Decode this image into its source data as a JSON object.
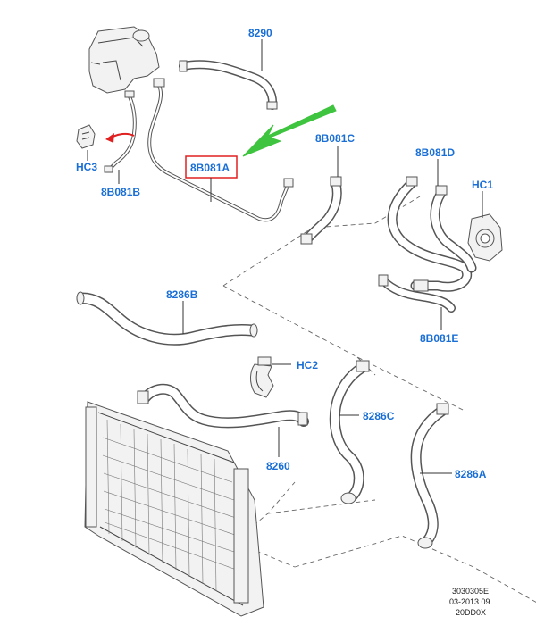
{
  "accent_color": "#1a6fd6",
  "highlight_box_color": "#e02020",
  "pointer_arrow_color": "#3ec43e",
  "small_arrow_color": "#e02020",
  "labels": {
    "p8290": "8290",
    "p8B081A": "8B081A",
    "p8B081B": "8B081B",
    "p8B081C": "8B081C",
    "p8B081D": "8B081D",
    "p8B081E": "8B081E",
    "pHC1": "HC1",
    "pHC2": "HC2",
    "pHC3": "HC3",
    "p8286B": "8286B",
    "p8286C": "8286C",
    "p8286A": "8286A",
    "p8260": "8260"
  },
  "footer": {
    "line1": "3030305E",
    "line2": "03-2013 09",
    "line3": "20DD0X"
  }
}
